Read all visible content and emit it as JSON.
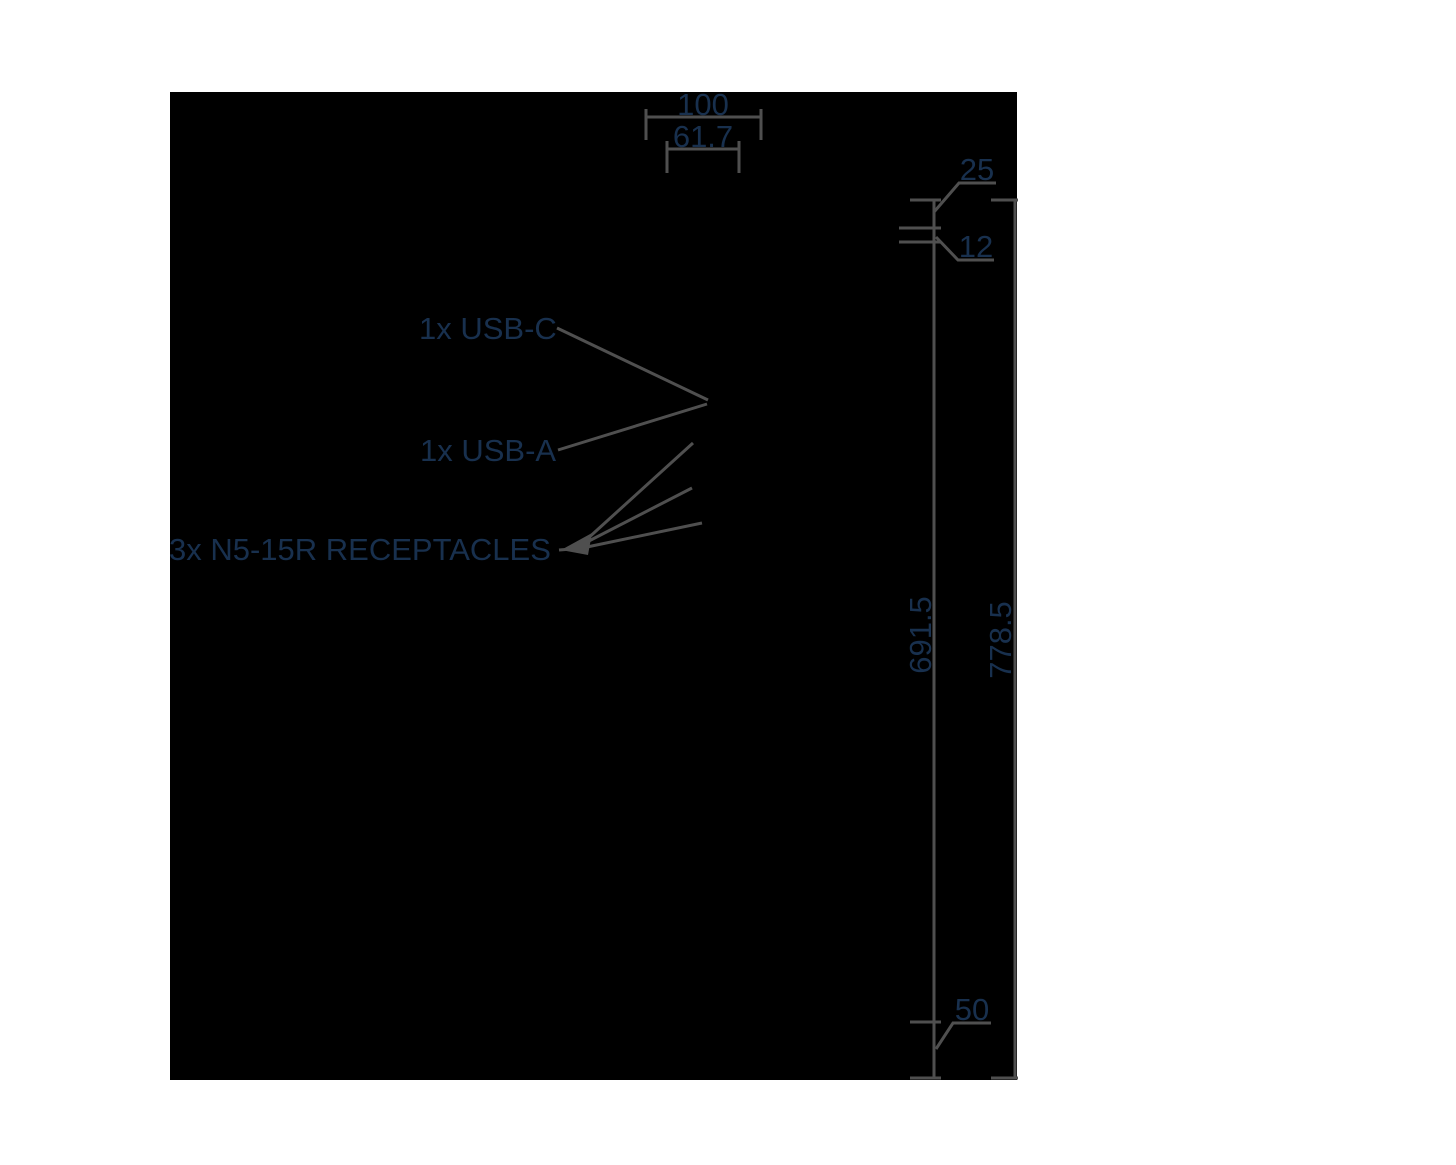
{
  "drawing": {
    "type": "technical-elevation-spec",
    "units_note": "",
    "colors": {
      "background": "#ffffff",
      "object_fill": "#000000",
      "dimension_line": "#4f4f4f",
      "annotation_text": "#18304e"
    },
    "dims": {
      "width_outer": "100",
      "width_inner": "61.7",
      "right_top_inset": "25",
      "right_usb_band": "12",
      "right_panel_height": "691.5",
      "right_overall_height": "778.5",
      "right_bottom_inset": "50"
    },
    "callouts": {
      "usb_c": "1x USB-C",
      "usb_a": "1x USB-A",
      "receptacles": "3x N5-15R RECEPTACLES"
    }
  }
}
